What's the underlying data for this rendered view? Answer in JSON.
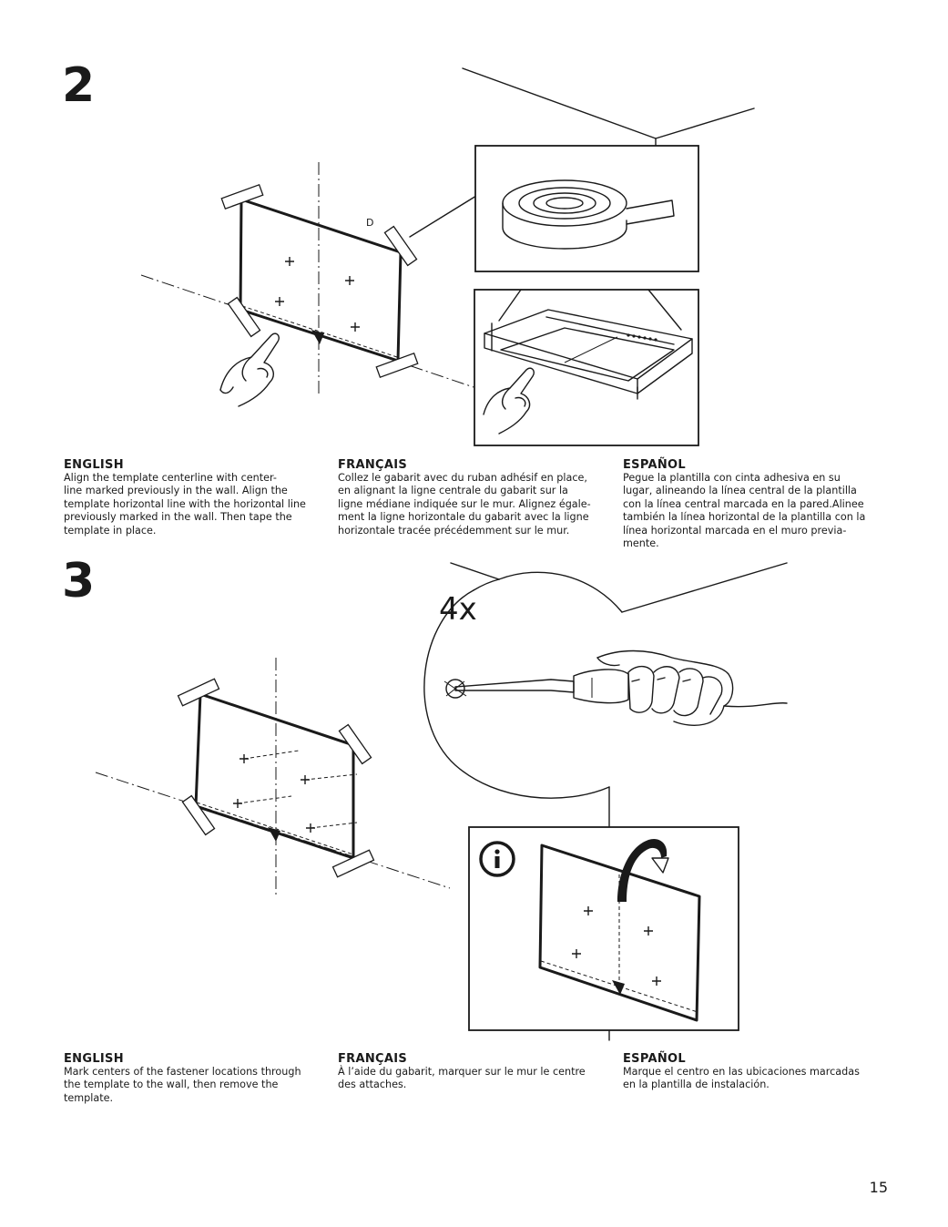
{
  "step2": {
    "number": "2",
    "template_label": "D",
    "english": {
      "heading": "ENGLISH",
      "body": "Align the template centerline with center-\nline marked previously in the wall. Align the\ntemplate horizontal line with the horizontal line\npreviously marked in the wall. Then tape the\ntemplate in place."
    },
    "francais": {
      "heading": "FRANÇAIS",
      "body": "Collez le gabarit avec du ruban adhésif en place,\nen alignant la ligne centrale du gabarit sur la\nligne médiane indiquée sur le mur. Alignez égale-\nment la ligne horizontale du gabarit avec la ligne\nhorizontale tracée précédemment sur le mur."
    },
    "espanol": {
      "heading": "ESPAÑOL",
      "body": "Pegue la plantilla con cinta adhesiva en su\nlugar, alineando la línea central de la plantilla\ncon la línea central marcada en la pared.Alinee\ntambién la línea horizontal de la plantilla con la\nlínea horizontal marcada en el muro previa-\nmente."
    }
  },
  "step3": {
    "number": "3",
    "quantity_label": "4x",
    "english": {
      "heading": "ENGLISH",
      "body": "Mark centers of the fastener locations through\nthe template to the wall, then remove the\ntemplate."
    },
    "francais": {
      "heading": "FRANÇAIS",
      "body": "À l’aide du gabarit, marquer sur le mur le centre\ndes attaches."
    },
    "espanol": {
      "heading": "ESPAÑOL",
      "body": "Marque el centro en las ubicaciones marcadas\nen la plantilla de instalación."
    }
  },
  "page_number": "15",
  "icons": [
    "tape-roll-icon",
    "hand-pointer-icon",
    "info-icon",
    "screwdriver-icon",
    "peel-arrow-icon"
  ]
}
